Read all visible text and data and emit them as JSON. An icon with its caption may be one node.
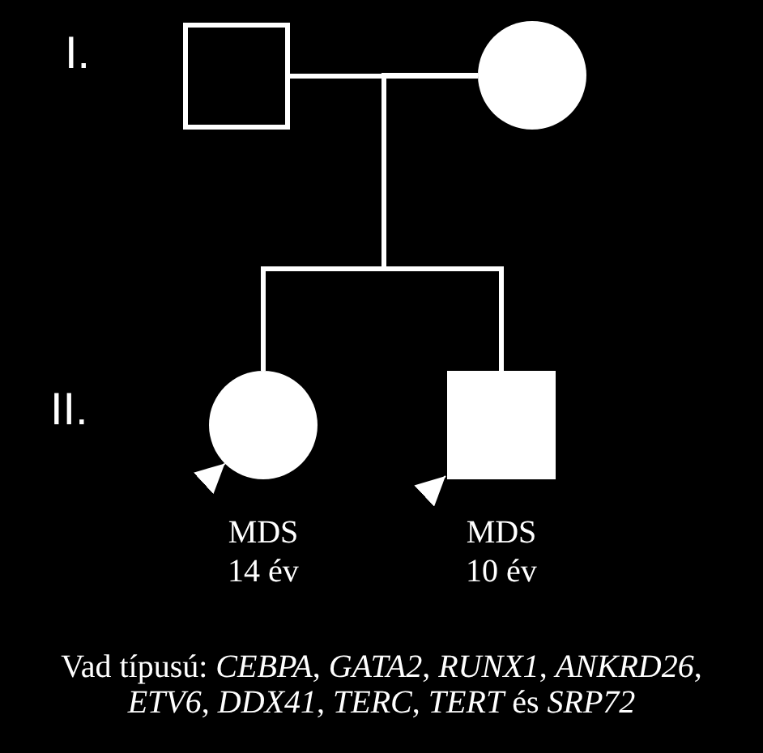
{
  "diagram": {
    "caption": "Vad típusú: *CEBPA*, *GATA2*, *RUNX1*, *ANKRD26*, *ETV6*, *DDX41*, *TERC*, *TERT* és *SRP72*",
    "nodes": [
      {
        "text": [],
        "shape": "square"
      },
      {
        "text": [],
        "shape": "circle"
      },
      {
        "text": [],
        "shape": "circle",
        "beside": [
          "MDS",
          "14 év"
        ]
      },
      {
        "text": [],
        "shape": "square",
        "beside": [
          "MDS",
          "10 év"
        ]
      }
    ],
    "edges": [
      {
        "from": 0,
        "to": 1,
        "arrow": "none"
      },
      {
        "from": 0,
        "to": 2,
        "arrow": "none"
      },
      {
        "from": 0,
        "to": 3,
        "arrow": "none"
      },
      {
        "from": 1,
        "to": 2,
        "arrow": "none"
      },
      {
        "from": 1,
        "to": 3,
        "arrow": "none"
      },
      {
        "from": null,
        "to": 2,
        "arrow": "to"
      },
      {
        "from": null,
        "to": 3,
        "arrow": "to"
      }
    ],
    "labels": [
      "I.",
      "II."
    ]
  }
}
